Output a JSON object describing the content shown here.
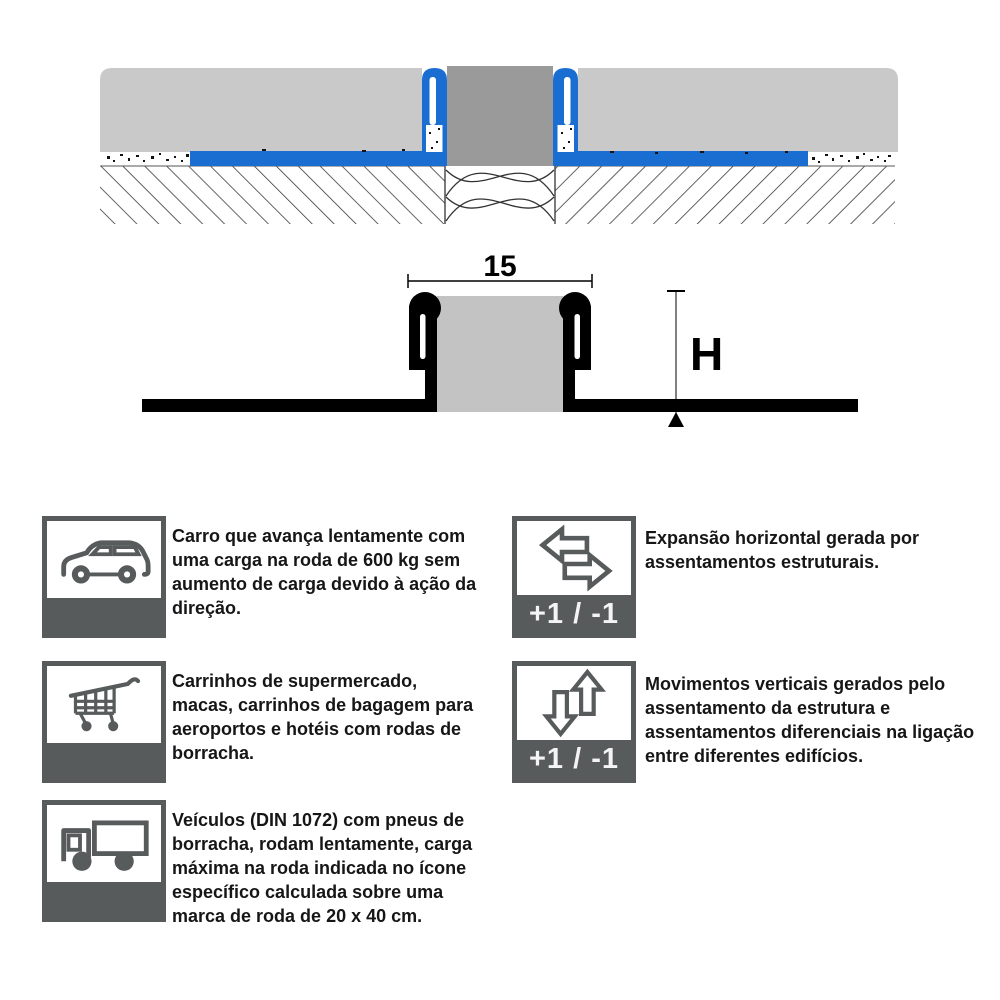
{
  "colors": {
    "profile_blue": "#1a6ed2",
    "tile_gray": "#c9c9c9",
    "joint_filler_gray": "#9a9a9a",
    "icon_gray": "#575b5b",
    "line_black": "#000000"
  },
  "profile_dimensions": {
    "width_label": "15",
    "height_label": "H"
  },
  "legend": {
    "left_items": [
      {
        "icon": "car-icon",
        "text": "Carro que avança lentamente com\numa carga na roda de 600 kg sem\naumento de carga devido à ação da\ndireção."
      },
      {
        "icon": "shopping-cart-icon",
        "text": "Carrinhos de supermercado,\nmacas, carrinhos de bagagem para\naeroportos e hotéis com rodas de\nborracha."
      },
      {
        "icon": "truck-icon",
        "text": "Veículos (DIN 1072) com pneus de\nborracha, rodam lentamente, carga\nmáxima na roda indicada no ícone\nespecífico calculada sobre uma\nmarca de roda de 20 x 40 cm."
      }
    ],
    "right_items": [
      {
        "icon": "horizontal-arrows-icon",
        "badge": "+1 / -1",
        "text": "Expansão horizontal gerada por\nassentamentos estruturais."
      },
      {
        "icon": "vertical-arrows-icon",
        "badge": "+1 / -1",
        "text": "Movimentos verticais gerados pelo\nassentamento da estrutura e\nassentamentos diferenciais na ligação\nentre diferentes edifícios."
      }
    ]
  }
}
